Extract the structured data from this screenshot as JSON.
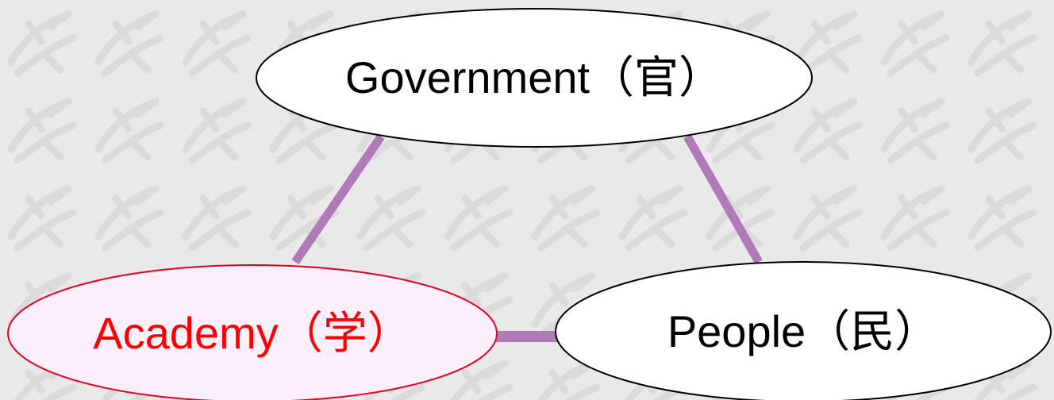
{
  "diagram": {
    "nodes": [
      {
        "id": "government",
        "label": "Government（官）",
        "text_color": "#000000",
        "fill": "#ffffff",
        "stroke": "#000000"
      },
      {
        "id": "academy",
        "label": "Academy（学）",
        "text_color": "#ff0000",
        "fill": "#fdeefc",
        "stroke": "#e8001f"
      },
      {
        "id": "people",
        "label": "People（民）",
        "text_color": "#000000",
        "fill": "#ffffff",
        "stroke": "#000000"
      }
    ],
    "edges": [
      {
        "from": "government",
        "to": "academy"
      },
      {
        "from": "government",
        "to": "people"
      },
      {
        "from": "academy",
        "to": "people"
      }
    ],
    "edge_color": "#b07ab8",
    "background_color": "#e9e9e9",
    "pattern_color": "#dadada"
  }
}
